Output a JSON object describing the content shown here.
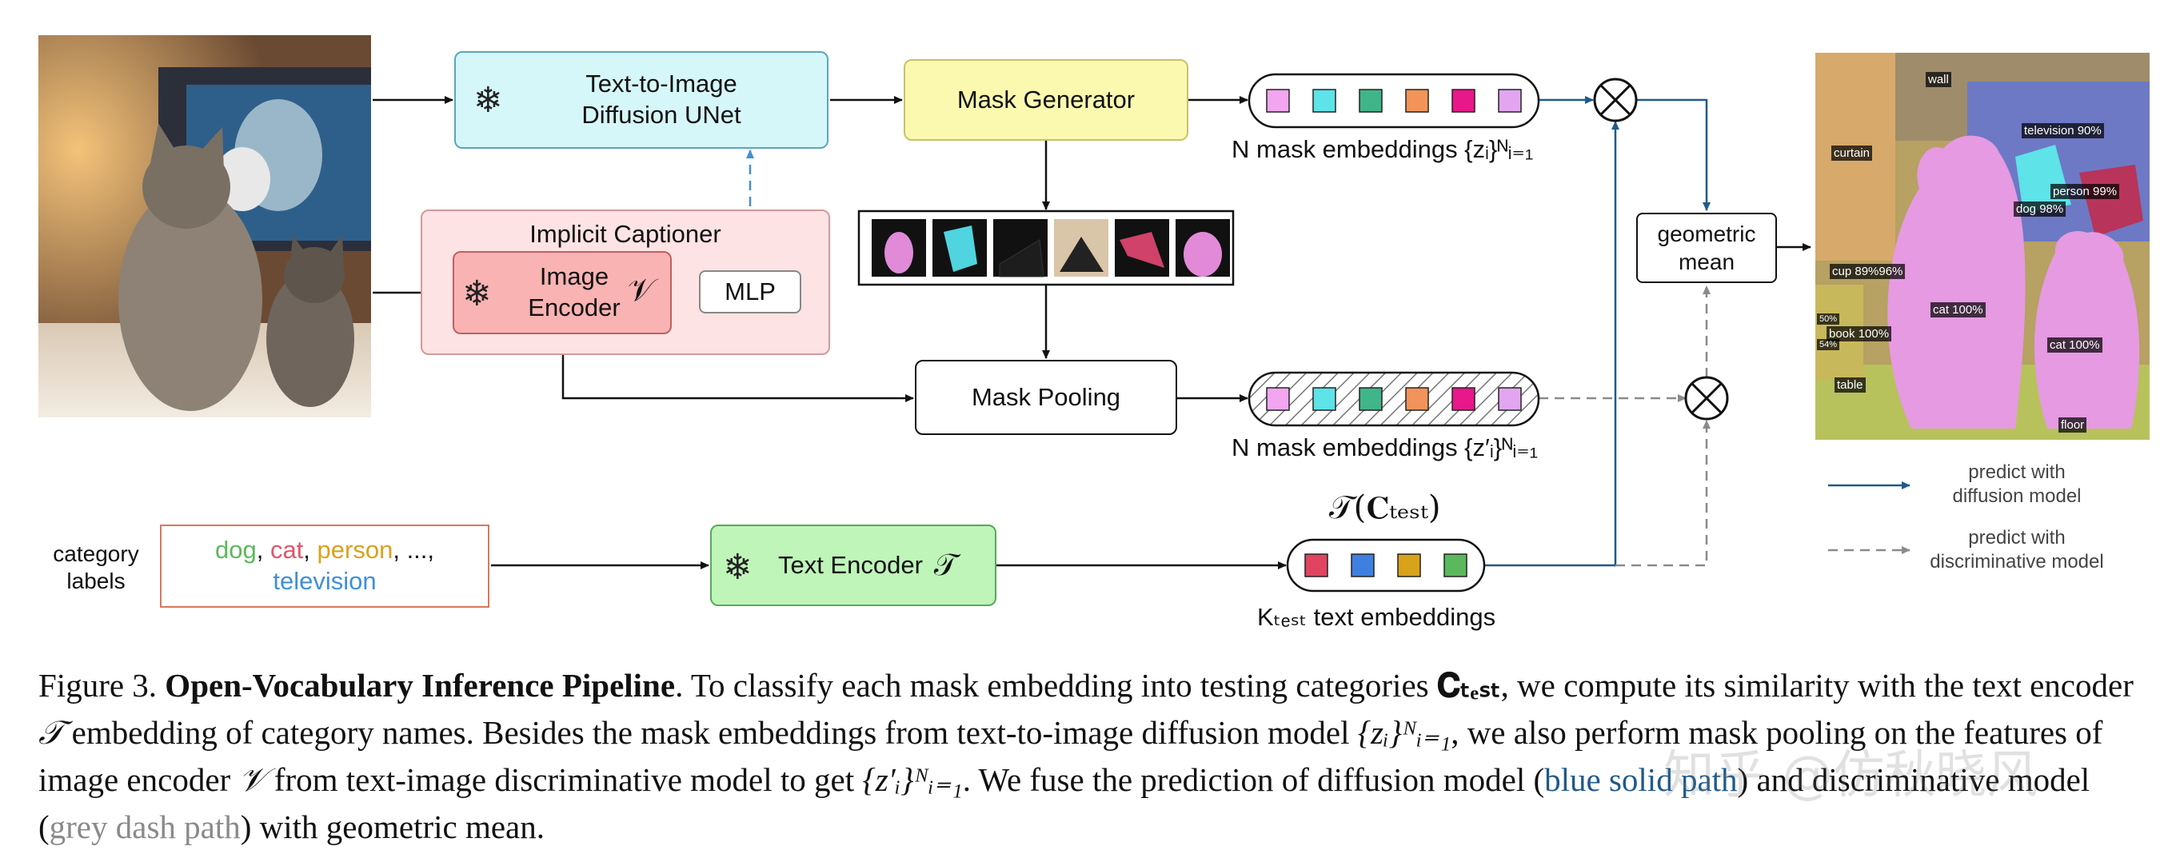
{
  "boxes": {
    "unet_line1": "Text-to-Image",
    "unet_line2": "Diffusion UNet",
    "mask_generator": "Mask Generator",
    "implicit_captioner": "Implicit Captioner",
    "image_encoder_line1": "Image",
    "image_encoder_line2": "Encoder",
    "encoder_symbol": "𝒱",
    "mlp": "MLP",
    "mask_pooling": "Mask Pooling",
    "text_encoder": "Text Encoder",
    "text_encoder_symbol": "𝒯",
    "geometric_line1": "geometric",
    "geometric_line2": "mean",
    "category_line1": "category",
    "category_line2": "labels"
  },
  "categories": {
    "dog": "dog",
    "cat": "cat",
    "person": "person",
    "ellipsis": "...,",
    "television": "television",
    "dog_color": "#5cb85c",
    "cat_color": "#e0556b",
    "person_color": "#d9a21b",
    "television_color": "#3f8fd8"
  },
  "embeddings": {
    "mask_label_1": "N mask embeddings {zᵢ}ᴺᵢ₌₁",
    "mask_label_2": "N mask embeddings {z′ᵢ}ᴺᵢ₌₁",
    "text_label": "Kₜₑₛₜ text embeddings",
    "text_title": "𝒯(𝐂ₜₑₛₜ)",
    "mask_colors": [
      "#f2a6f0",
      "#5de3e8",
      "#3fb58a",
      "#f2945a",
      "#e8178a",
      "#e2a6f0"
    ],
    "text_colors": [
      "#e04460",
      "#3f7fe0",
      "#d9a21b",
      "#5cb85c"
    ]
  },
  "legend": {
    "solid_line1": "predict with",
    "solid_line2": "diffusion model",
    "dash_line1": "predict with",
    "dash_line2": "discriminative model",
    "blue": "#1f5a8a",
    "grey": "#8a8a8a"
  },
  "result_tags": {
    "wall": "wall",
    "curtain": "curtain",
    "television": "television 90%",
    "person": "person 99%",
    "dog": "dog 98%",
    "cup": "cup 89%96%",
    "cat1": "cat 100%",
    "cat2": "cat 100%",
    "book": "book 100%",
    "small1": "50%",
    "small2": "54%",
    "table": "table",
    "floor": "floor"
  },
  "caption": {
    "figure": "Figure 3.",
    "title": "Open-Vocabulary Inference Pipeline",
    "t1": ". To classify each mask embedding into testing categories ",
    "c_test": "𝐂ₜₑₛₜ",
    "t2": ", we compute its similarity with the text encoder ",
    "sym_t": "𝒯",
    "t3": " embedding of category names. Besides the mask embeddings from text-to-image diffusion model ",
    "z_set": "{zᵢ}ᴺᵢ₌₁",
    "t4": ", we also perform mask pooling on the features of image encoder ",
    "sym_v": "𝒱",
    "t5": " from text-image discriminative model to get ",
    "zp_set": "{z′ᵢ}ᴺᵢ₌₁",
    "t6": ". We fuse the prediction of diffusion model (",
    "blue_path": "blue solid path",
    "t7": ") and discriminative model (",
    "grey_path": "grey dash path",
    "t8": ") with geometric mean."
  },
  "watermark": "知乎 @仿秋晓风"
}
